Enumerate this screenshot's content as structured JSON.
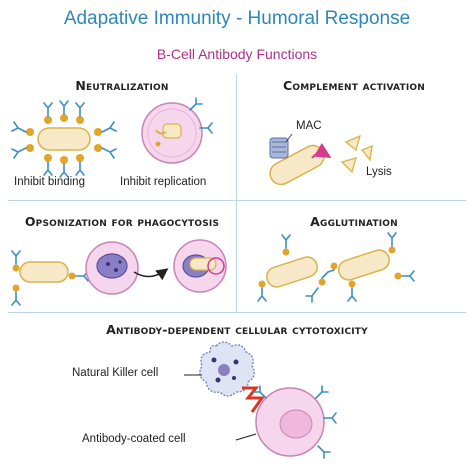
{
  "title": "Adapative Immunity - Humoral Response",
  "subtitle": "B-Cell Antibody Functions",
  "sections": {
    "neutralization": {
      "heading": "Neutralization",
      "label_left": "Inhibit binding",
      "label_right": "Inhibit replication"
    },
    "complement": {
      "heading": "Complement activation",
      "label_mac": "MAC",
      "label_lysis": "Lysis"
    },
    "opsonization": {
      "heading": "Opsonization for phagocytosis"
    },
    "agglutination": {
      "heading": "Agglutination"
    },
    "adcc": {
      "heading": "Antibody-dependent cellular cytotoxicity",
      "label_nk": "Natural Killer cell",
      "label_target": "Antibody-coated cell"
    }
  },
  "colors": {
    "title": "#2f86b8",
    "subtitle": "#b0308d",
    "divider": "#bcd7e8",
    "bacteria_fill": "#f7e9c8",
    "bacteria_stroke": "#d9b24a",
    "antibody": "#3d8fc4",
    "antigen": "#e2a52a",
    "cell_pink": "#f6d6ec",
    "cell_purple": "#5b4f9e",
    "arrow_pink": "#d63c8c",
    "bolt_red": "#d8352a"
  }
}
